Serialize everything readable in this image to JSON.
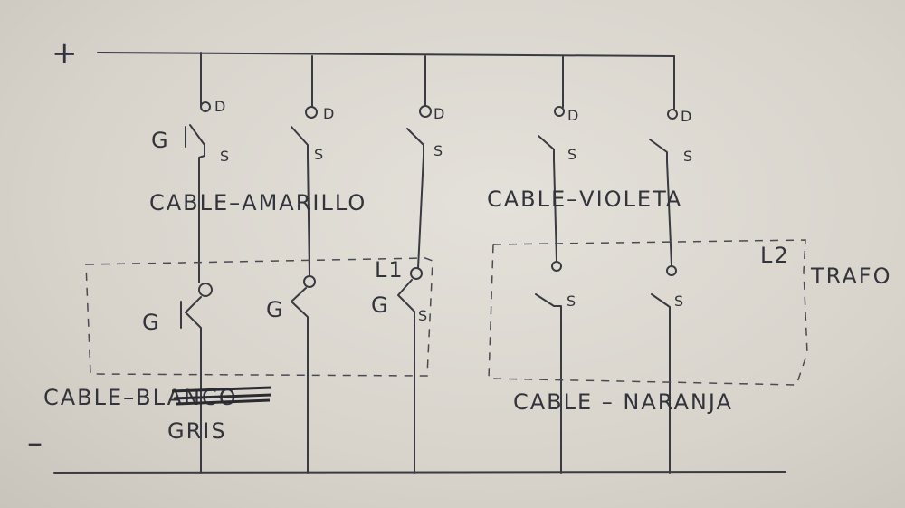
{
  "rails": {
    "positive": "+",
    "negative": "–"
  },
  "pin_labels": {
    "gate": "G",
    "drain": "D",
    "source": "S"
  },
  "cables": {
    "amarillo": "CABLE–AMARILLO",
    "violeta": "CABLE–VIOLETA",
    "blanco_struck": "CABLE–BLANCO",
    "gris": "GRIS",
    "naranja": "CABLE – NARANJA"
  },
  "groups": {
    "l1": "L1",
    "l2": "L2",
    "trafo": "TRAFO"
  }
}
